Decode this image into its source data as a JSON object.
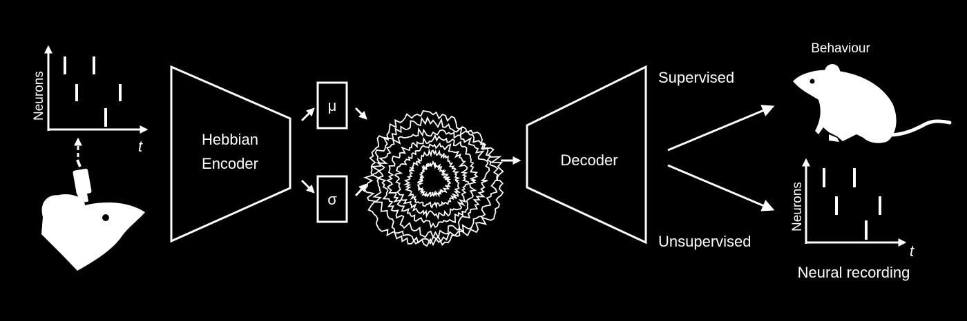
{
  "encoder": {
    "line1": "Hebbian",
    "line2": "Encoder"
  },
  "latent": {
    "mu": "μ",
    "sigma": "σ"
  },
  "decoder": {
    "label": "Decoder"
  },
  "branches": {
    "supervised": "Supervised",
    "unsupervised": "Unsupervised"
  },
  "outputs": {
    "behaviour": "Behaviour",
    "neural_recording": "Neural recording"
  },
  "raster": {
    "ylabel": "Neurons",
    "xlabel": "t"
  },
  "colors": {
    "background": "#000000",
    "foreground": "#ffffff"
  }
}
